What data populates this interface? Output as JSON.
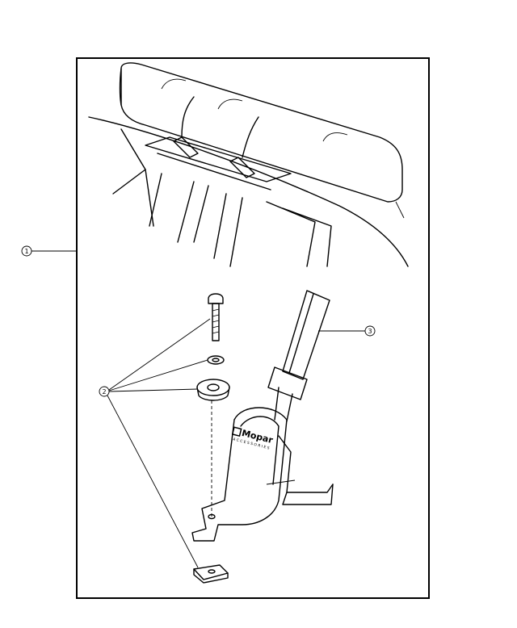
{
  "callouts": [
    {
      "id": "1",
      "label": "1"
    },
    {
      "id": "2",
      "label": "2"
    },
    {
      "id": "3",
      "label": "3"
    }
  ],
  "logo": {
    "brand": "Mopar",
    "subtitle": "ACCESSORIES"
  },
  "colors": {
    "line": "#000000",
    "background": "#ffffff"
  }
}
